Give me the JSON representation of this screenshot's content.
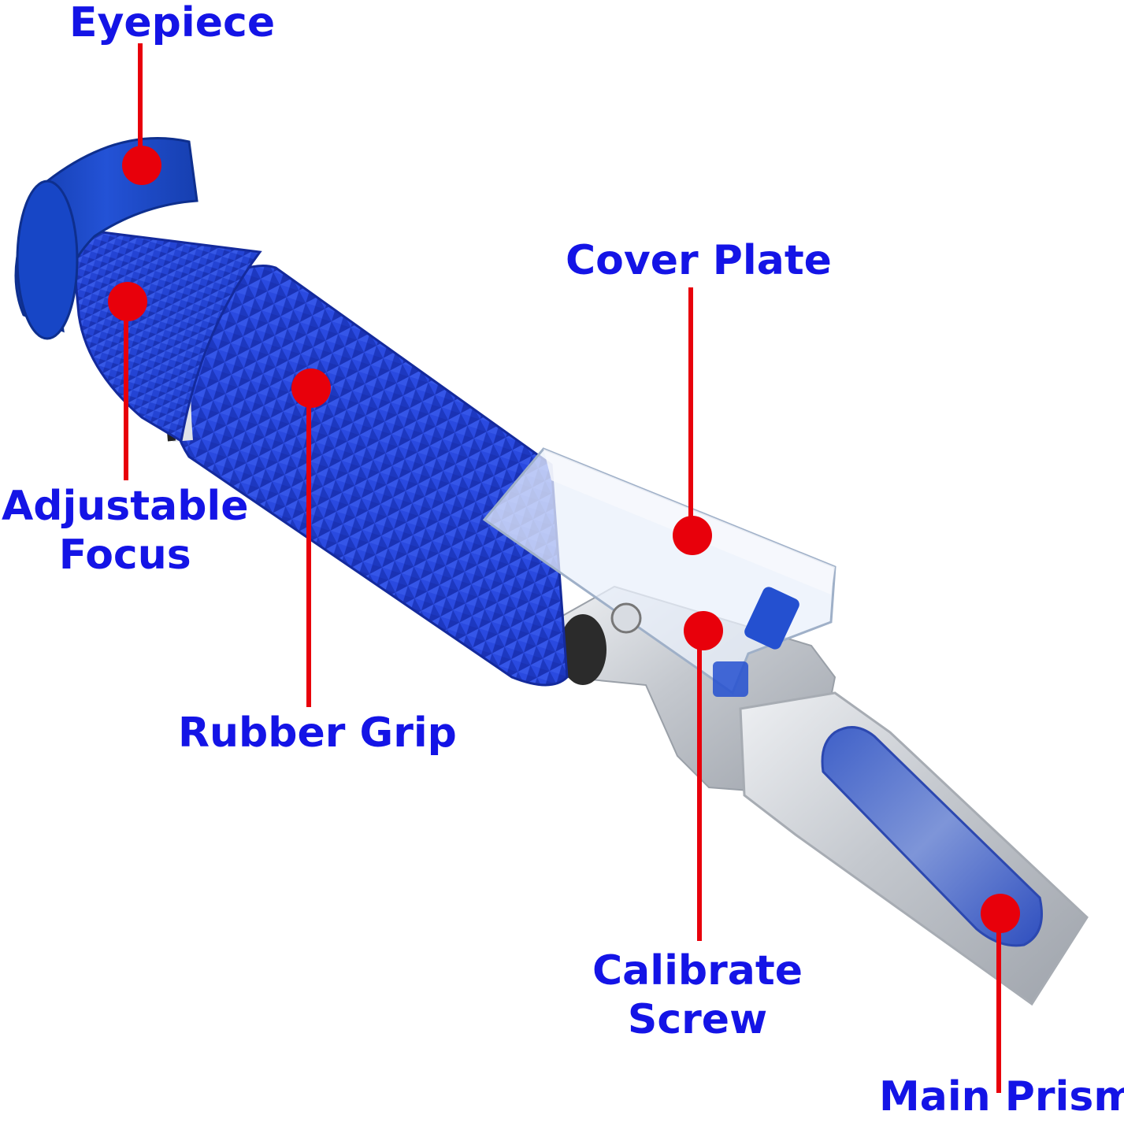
{
  "diagram": {
    "labels": {
      "eyepiece": "Eyepiece",
      "adjustable_focus": [
        "Adjustable",
        "Focus"
      ],
      "cover_plate": "Cover Plate",
      "rubber_grip": "Rubber Grip",
      "calibrate_screw": [
        "Calibrate",
        "Screw"
      ],
      "main_prism": "Main Prism"
    },
    "colors": {
      "label_text": "#1414e6",
      "callout": "#e8000b",
      "rubber": "#1f3fd4",
      "metal": "#c9ccd1"
    }
  }
}
